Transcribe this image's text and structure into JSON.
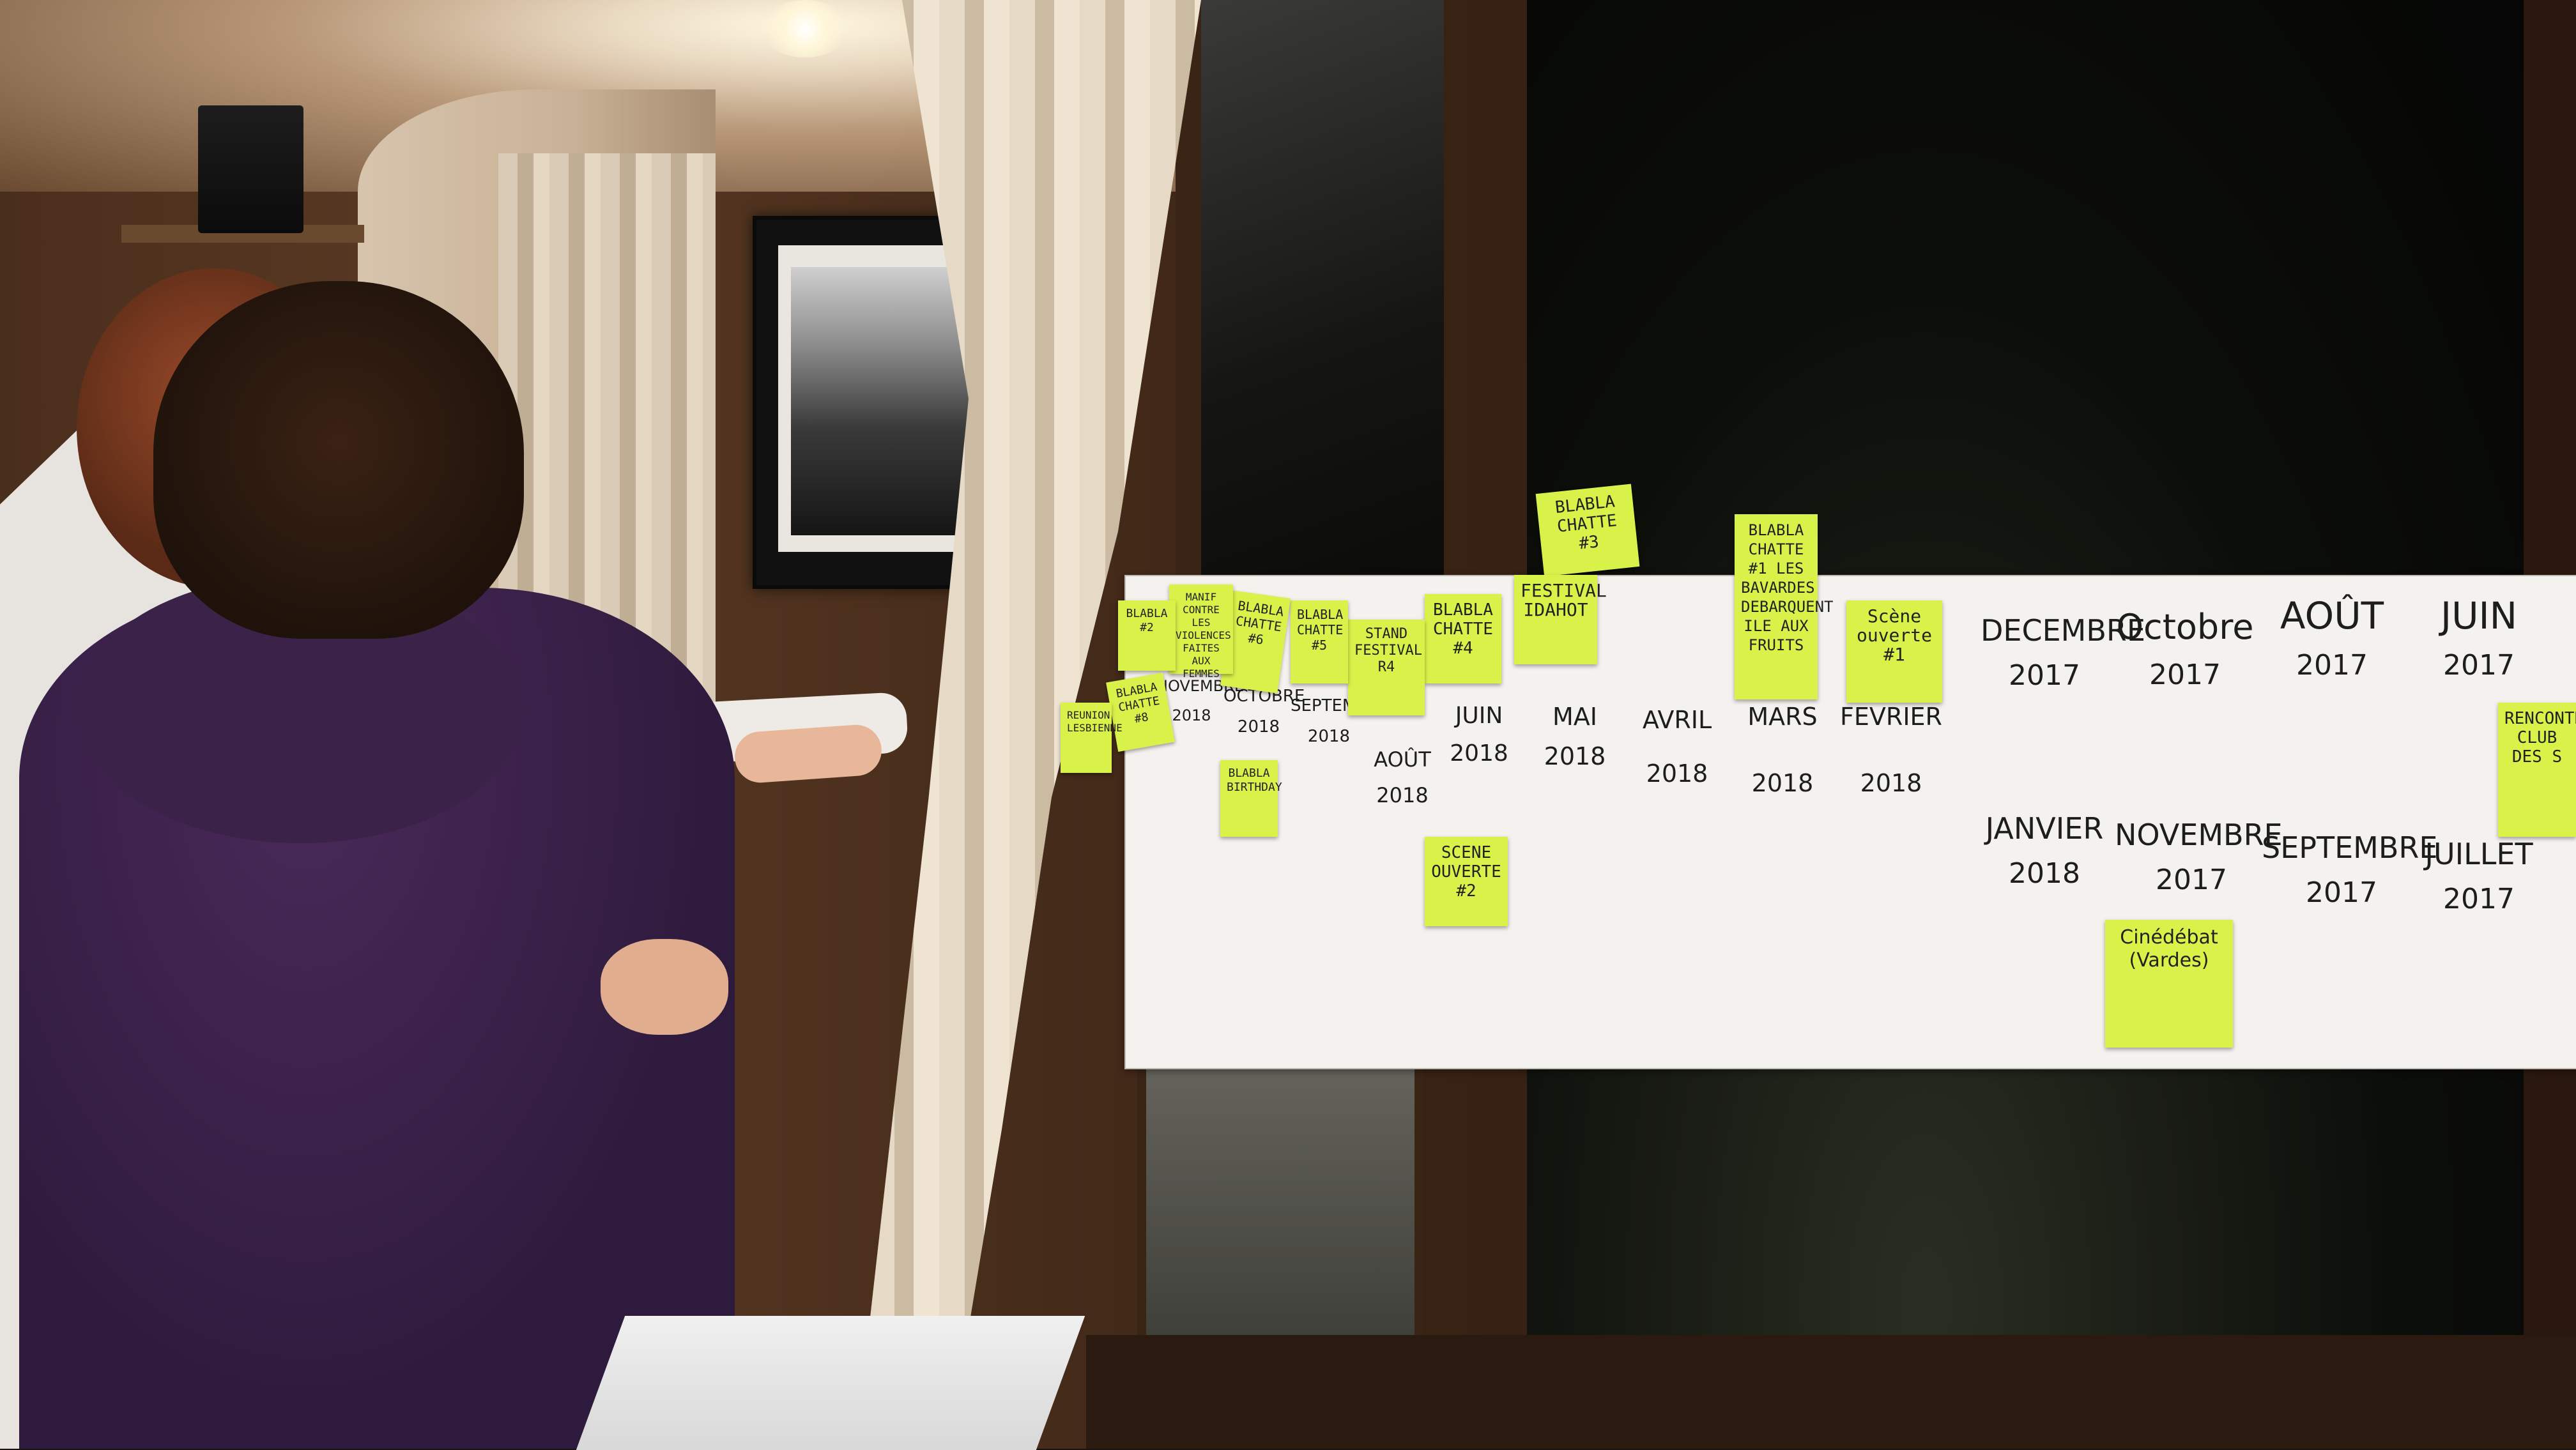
{
  "timeline": {
    "months": [
      {
        "key": "novembre_2018",
        "label": "NOVEMBRE",
        "year": "2018"
      },
      {
        "key": "octobre_2018",
        "label": "OCTOBRE",
        "year": "2018"
      },
      {
        "key": "septembre_2018",
        "label": "SEPTEMBRE",
        "year": "2018"
      },
      {
        "key": "aout_2018",
        "label": "AOÛT",
        "year": "2018"
      },
      {
        "key": "juin_2018",
        "label": "JUIN",
        "year": "2018"
      },
      {
        "key": "mai_2018",
        "label": "MAI",
        "year": "2018"
      },
      {
        "key": "avril_2018",
        "label": "AVRIL",
        "year": "2018"
      },
      {
        "key": "mars_2018",
        "label": "MARS",
        "year": "2018"
      },
      {
        "key": "fevrier_2018",
        "label": "FEVRIER",
        "year": "2018"
      },
      {
        "key": "decembre_2017",
        "label": "DECEMBRE",
        "year": "2017"
      },
      {
        "key": "octobre_2017",
        "label": "Octobre",
        "year": "2017"
      },
      {
        "key": "aout_2017",
        "label": "AOÛT",
        "year": "2017"
      },
      {
        "key": "juin_2017",
        "label": "JUIN",
        "year": "2017"
      },
      {
        "key": "janvier_2018",
        "label": "JANVIER",
        "year": "2018"
      },
      {
        "key": "novembre_2017",
        "label": "NOVEMBRE",
        "year": "2017"
      },
      {
        "key": "septembre_2017",
        "label": "SEPTEMBRE",
        "year": "2017"
      },
      {
        "key": "juillet_2017",
        "label": "JUILLET",
        "year": "2017"
      }
    ],
    "notes": [
      {
        "key": "blabla3",
        "text": "BLABLA CHATTE #3"
      },
      {
        "key": "blabla1",
        "text": "BLABLA CHATTE #1 LES BAVARDES DEBARQUENT ILE AUX FRUITS"
      },
      {
        "key": "blabla4",
        "text": "BLABLA CHATTE #4"
      },
      {
        "key": "festival",
        "text": "FESTIVAL IDAHOT"
      },
      {
        "key": "scene1",
        "text": "Scène ouverte #1"
      },
      {
        "key": "scene2",
        "text": "SCENE OUVERTE #2"
      },
      {
        "key": "stand",
        "text": "STAND FESTIVAL R4"
      },
      {
        "key": "blabla5",
        "text": "BLABLA CHATTE #5"
      },
      {
        "key": "blabla6",
        "text": "BLABLA CHATTE #6"
      },
      {
        "key": "manif",
        "text": "MANIF CONTRE LES VIOLENCES FAITES AUX FEMMES"
      },
      {
        "key": "blabla2",
        "text": "BLABLA #2"
      },
      {
        "key": "blabla8",
        "text": "BLABLA CHATTE #8"
      },
      {
        "key": "reunion",
        "text": "REUNION LESBIENNE"
      },
      {
        "key": "cinedebat",
        "text": "Cinédébat (Vardes)"
      },
      {
        "key": "rencontre",
        "text": "RENCONTRE CLUB DES S"
      },
      {
        "key": "birthday",
        "text": "BLABLA BIRTHDAY"
      }
    ]
  }
}
